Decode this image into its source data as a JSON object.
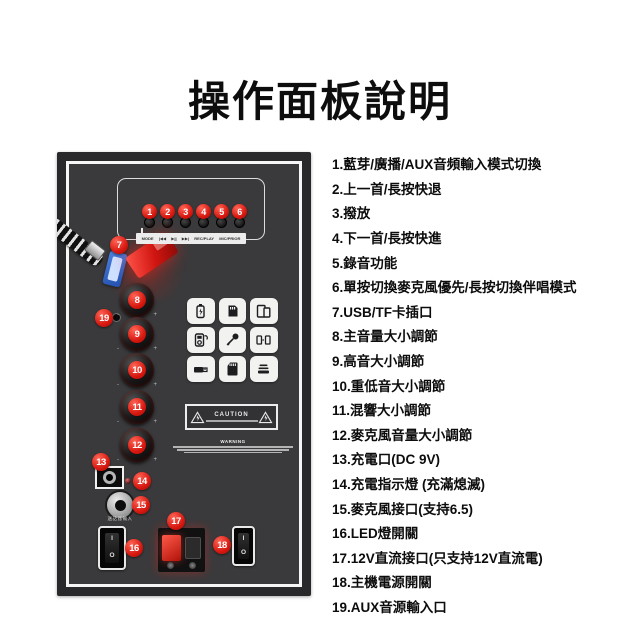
{
  "title": "操作面板說明",
  "panel": {
    "strip_labels": [
      "MODE",
      "|◀◀",
      "▶||",
      "▶▶|",
      "REC/PLAY",
      "MIC/PRIOR"
    ],
    "caution_label": "CAUTION",
    "warning_label": "WARNING",
    "mic_jack_label": "送話器輸入",
    "switch": {
      "on": "I",
      "off": "O"
    },
    "knob": {
      "plus": "+",
      "minus": "-"
    }
  },
  "colors": {
    "accent_red": "#d6170f",
    "panel_gray": "#3a3a3c",
    "usb_blue": "#2f63c9"
  },
  "legend": {
    "items": [
      {
        "num": "1",
        "label": "1.藍芽/廣播/AUX音頻輸入模式切換"
      },
      {
        "num": "2",
        "label": "2.上一首/長按快退"
      },
      {
        "num": "3",
        "label": "3.撥放"
      },
      {
        "num": "4",
        "label": "4.下一首/長按快進"
      },
      {
        "num": "5",
        "label": "5.錄音功能"
      },
      {
        "num": "6",
        "label": "6.單按切換麥克風優先/長按切換伴唱模式"
      },
      {
        "num": "7",
        "label": "7.USB/TF卡插口"
      },
      {
        "num": "8",
        "label": "8.主音量大小調節"
      },
      {
        "num": "9",
        "label": "9.高音大小調節"
      },
      {
        "num": "10",
        "label": "10.重低音大小調節"
      },
      {
        "num": "11",
        "label": "11.混響大小調節"
      },
      {
        "num": "12",
        "label": "12.麥克風音量大小調節"
      },
      {
        "num": "13",
        "label": "13.充電口(DC 9V)"
      },
      {
        "num": "14",
        "label": "14.充電指示燈 (充滿熄滅)"
      },
      {
        "num": "15",
        "label": "15.麥克風接口(支持6.5)"
      },
      {
        "num": "16",
        "label": "16.LED燈開關"
      },
      {
        "num": "17",
        "label": "17.12V直流接口(只支持12V直流電)"
      },
      {
        "num": "18",
        "label": "18.主機電源開關"
      },
      {
        "num": "19",
        "label": "19.AUX音源輸入口"
      }
    ]
  }
}
